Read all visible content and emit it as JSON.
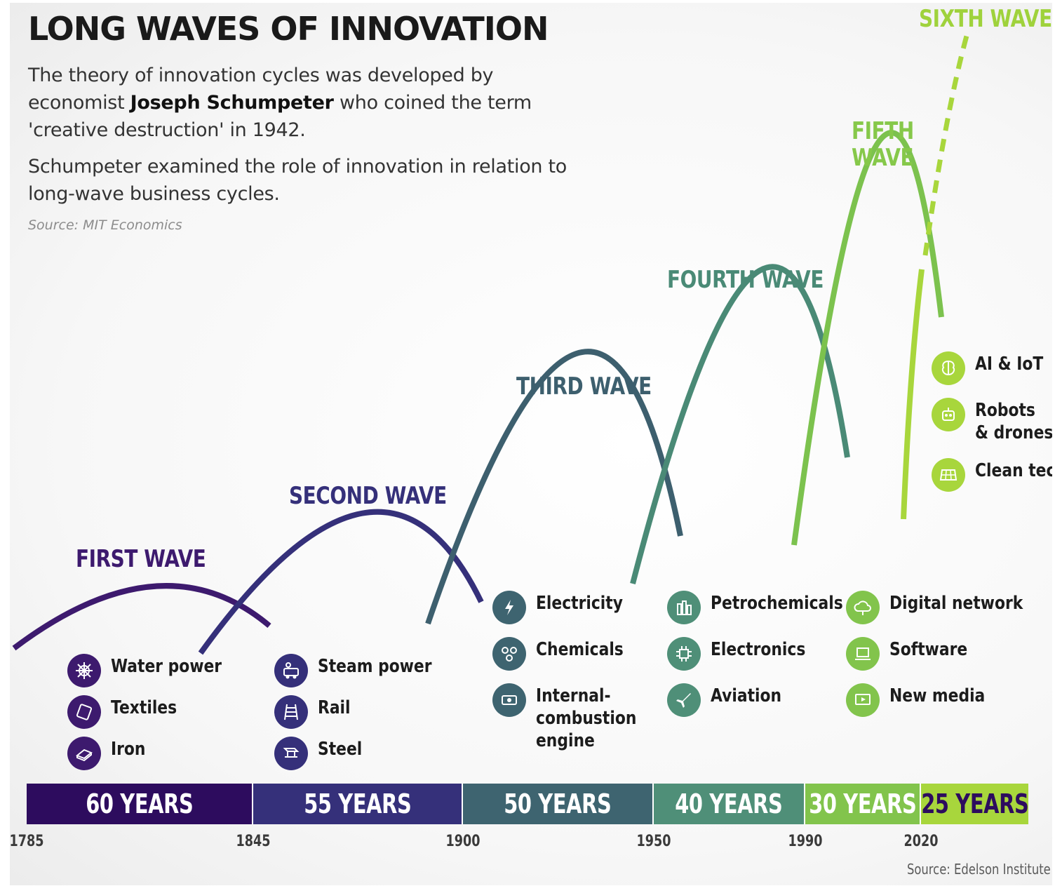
{
  "header": {
    "title": "LONG WAVES OF INNOVATION",
    "intro_pre": "The theory of innovation cycles was developed by economist ",
    "intro_name": "Joseph Schumpeter",
    "intro_post": " who coined the term 'creative destruction' in 1942.",
    "intro2": "Schumpeter examined the role of innovation in relation to long-wave business cycles.",
    "source": "Source: MIT Economics"
  },
  "waves": [
    {
      "label": "FIRST WAVE",
      "color": "#3d1a6e"
    },
    {
      "label": "SECOND WAVE",
      "color": "#35307a"
    },
    {
      "label": "THIRD WAVE",
      "color": "#3d5f6e"
    },
    {
      "label": "FOURTH WAVE",
      "color": "#4a8a76"
    },
    {
      "label": "FIFTH WAVE",
      "color": "#7cc24e"
    },
    {
      "label": "SIXTH WAVE",
      "color": "#a8d63c"
    }
  ],
  "technologies": [
    {
      "wave": "FIRST WAVE",
      "items": [
        {
          "label": "Water power",
          "icon": "water-wheel-icon"
        },
        {
          "label": "Textiles",
          "icon": "textile-icon"
        },
        {
          "label": "Iron",
          "icon": "iron-bar-icon"
        }
      ]
    },
    {
      "wave": "SECOND WAVE",
      "items": [
        {
          "label": "Steam power",
          "icon": "steam-engine-icon"
        },
        {
          "label": "Rail",
          "icon": "rail-track-icon"
        },
        {
          "label": "Steel",
          "icon": "steel-beam-icon"
        }
      ]
    },
    {
      "wave": "THIRD WAVE",
      "items": [
        {
          "label": "Electricity",
          "icon": "lightning-bolt-icon"
        },
        {
          "label": "Chemicals",
          "icon": "molecule-icon"
        },
        {
          "label": "Internal-\ncombustion\nengine",
          "icon": "engine-icon"
        }
      ]
    },
    {
      "wave": "FOURTH WAVE",
      "items": [
        {
          "label": "Petrochemicals",
          "icon": "refinery-icon"
        },
        {
          "label": "Electronics",
          "icon": "microchip-icon"
        },
        {
          "label": "Aviation",
          "icon": "airplane-icon"
        }
      ]
    },
    {
      "wave": "FIFTH WAVE",
      "items": [
        {
          "label": "Digital network",
          "icon": "cloud-network-icon"
        },
        {
          "label": "Software",
          "icon": "laptop-icon"
        },
        {
          "label": "New media",
          "icon": "media-screen-icon"
        }
      ]
    },
    {
      "wave": "SIXTH WAVE",
      "items": [
        {
          "label": "AI & IoT",
          "icon": "brain-chip-icon"
        },
        {
          "label": "Robots\n& drones",
          "icon": "robot-icon"
        },
        {
          "label": "Clean tech",
          "icon": "solar-panel-icon"
        }
      ]
    }
  ],
  "timeline": {
    "bands": [
      {
        "label": "60 YEARS",
        "start": 1785,
        "end": 1845,
        "color": "#2d0c5e",
        "text_color": "#ffffff"
      },
      {
        "label": "55 YEARS",
        "start": 1845,
        "end": 1900,
        "color": "#35307a",
        "text_color": "#ffffff"
      },
      {
        "label": "50 YEARS",
        "start": 1900,
        "end": 1950,
        "color": "#3e6470",
        "text_color": "#ffffff"
      },
      {
        "label": "40 YEARS",
        "start": 1950,
        "end": 1990,
        "color": "#4f8f78",
        "text_color": "#ffffff"
      },
      {
        "label": "30 YEARS",
        "start": 1990,
        "end": 2020,
        "color": "#82c44c",
        "text_color": "#ffffff"
      },
      {
        "label": "25 YEARS",
        "start": 2020,
        "end": 2045,
        "color": "#a8d63c",
        "text_color": "#2d0c5e"
      }
    ],
    "years": [
      "1785",
      "1845",
      "1900",
      "1950",
      "1990",
      "2020"
    ]
  },
  "footer": {
    "source": "Source: Edelson Institute"
  }
}
